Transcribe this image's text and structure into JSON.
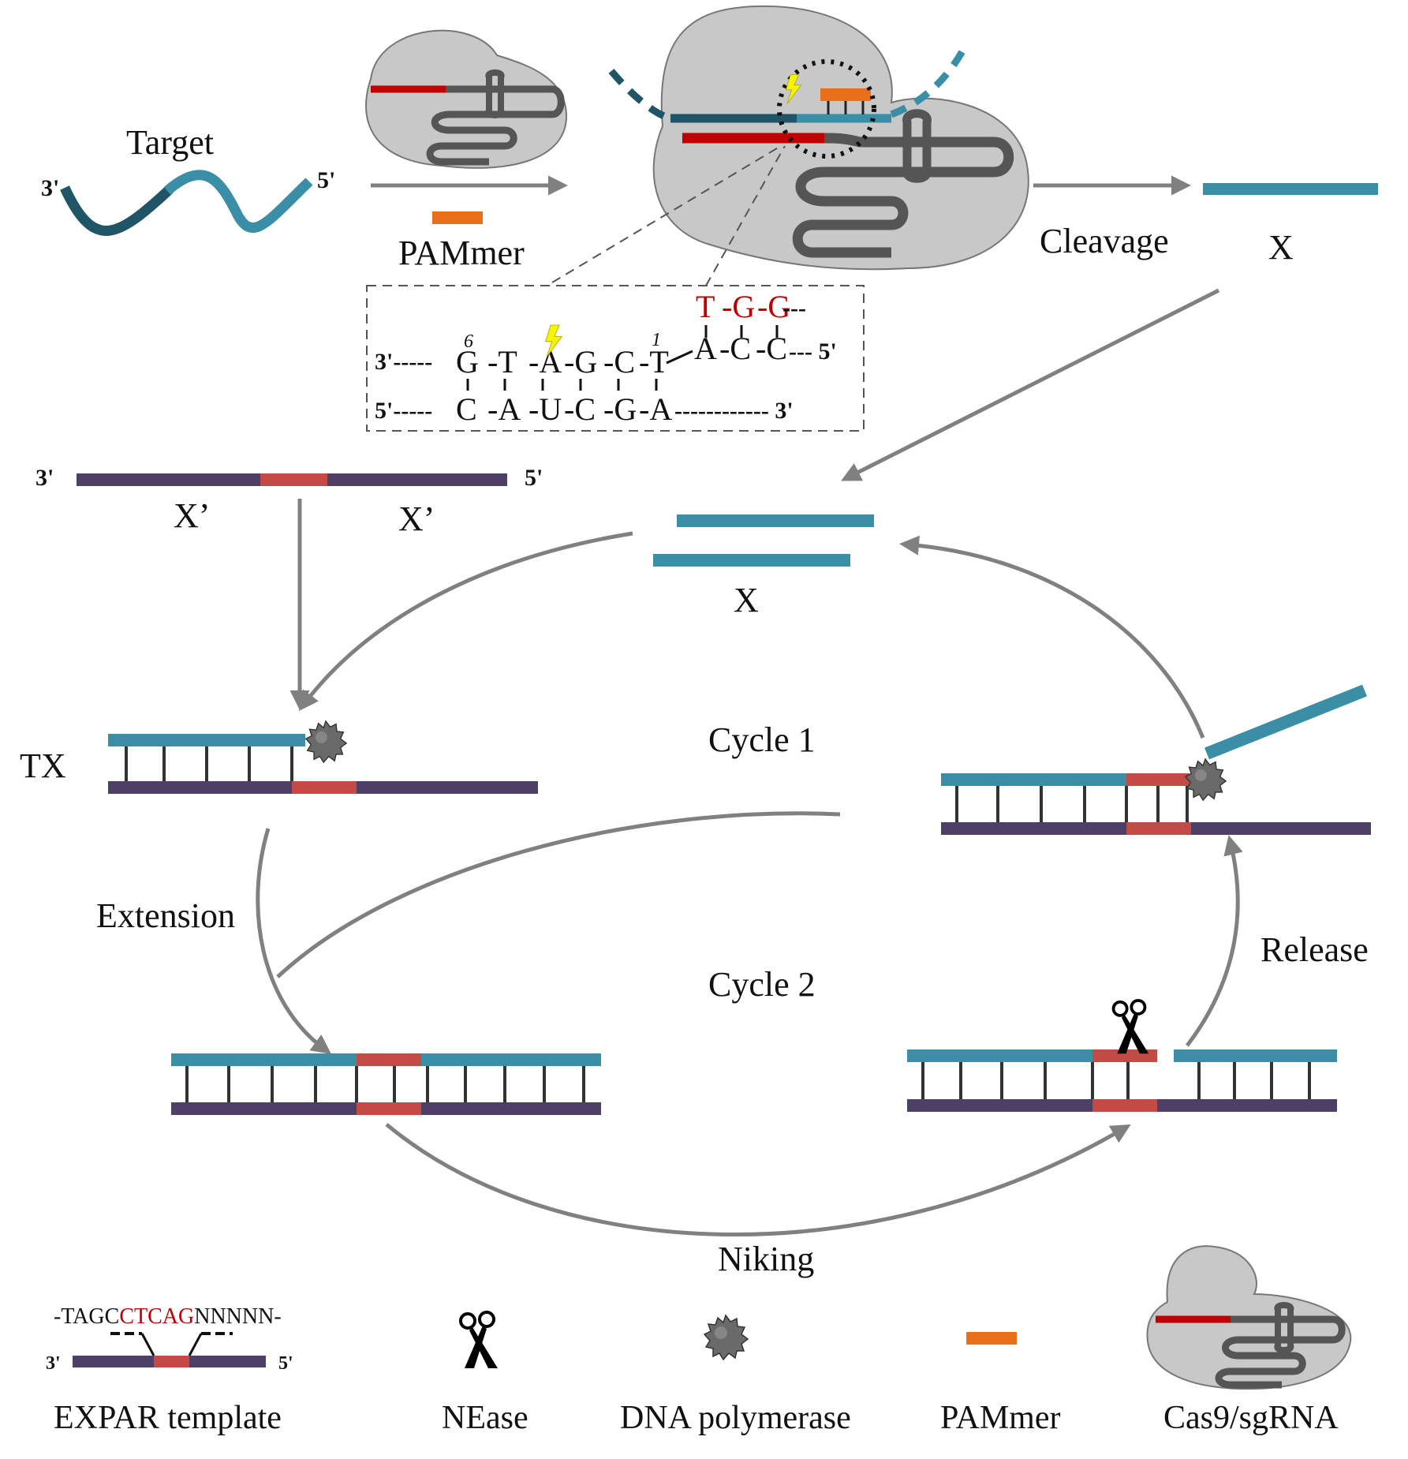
{
  "colors": {
    "teal": "#3a8ea6",
    "teal_dark": "#1f5566",
    "purple": "#4d3f66",
    "red_seg": "#c44a45",
    "grna_red": "#c00000",
    "pammer_orange": "#e8701a",
    "protein_gray": "#c8c8c8",
    "grna_gray": "#555555",
    "arrow_gray": "#808080"
  },
  "icons": {
    "nease": "scissors-icon",
    "polymerase": "spiky-ball-icon",
    "cleavage_site": "lightning-bolt-icon"
  },
  "labels": {
    "target": "Target",
    "end_3": "3'",
    "end_5": "5'",
    "pammer": "PAMmer",
    "cleavage": "Cleavage",
    "x": "X",
    "x_prime": "X’",
    "tx": "TX",
    "cycle1": "Cycle 1",
    "cycle2": "Cycle 2",
    "extension": "Extension",
    "release": "Release",
    "niking": "Niking"
  },
  "zoom": {
    "top_end_left": "3'-----",
    "top_end_right": "--- 5'",
    "bottom_end_left": "5'-----",
    "bottom_end_right": "------------ 3'",
    "top_strand": [
      "G",
      "-T",
      "-A",
      "-G",
      "-C",
      "-T"
    ],
    "bottom_strand": [
      "C",
      "-A",
      "-U",
      "-C",
      "-G",
      "-A"
    ],
    "pam_top": [
      "T",
      "-G",
      "-G",
      "---"
    ],
    "pam_bottom": [
      "A",
      "-C",
      "-C"
    ],
    "num_6": "6",
    "num_1": "1"
  },
  "legend": {
    "expar_seq_black_1": "-TAGC",
    "expar_seq_red": "CTCAG",
    "expar_seq_black_2": "NNNNN-",
    "expar": "EXPAR template",
    "nease": "NEase",
    "polymerase": "DNA polymerase",
    "pammer": "PAMmer",
    "cas9": "Cas9/sgRNA"
  }
}
